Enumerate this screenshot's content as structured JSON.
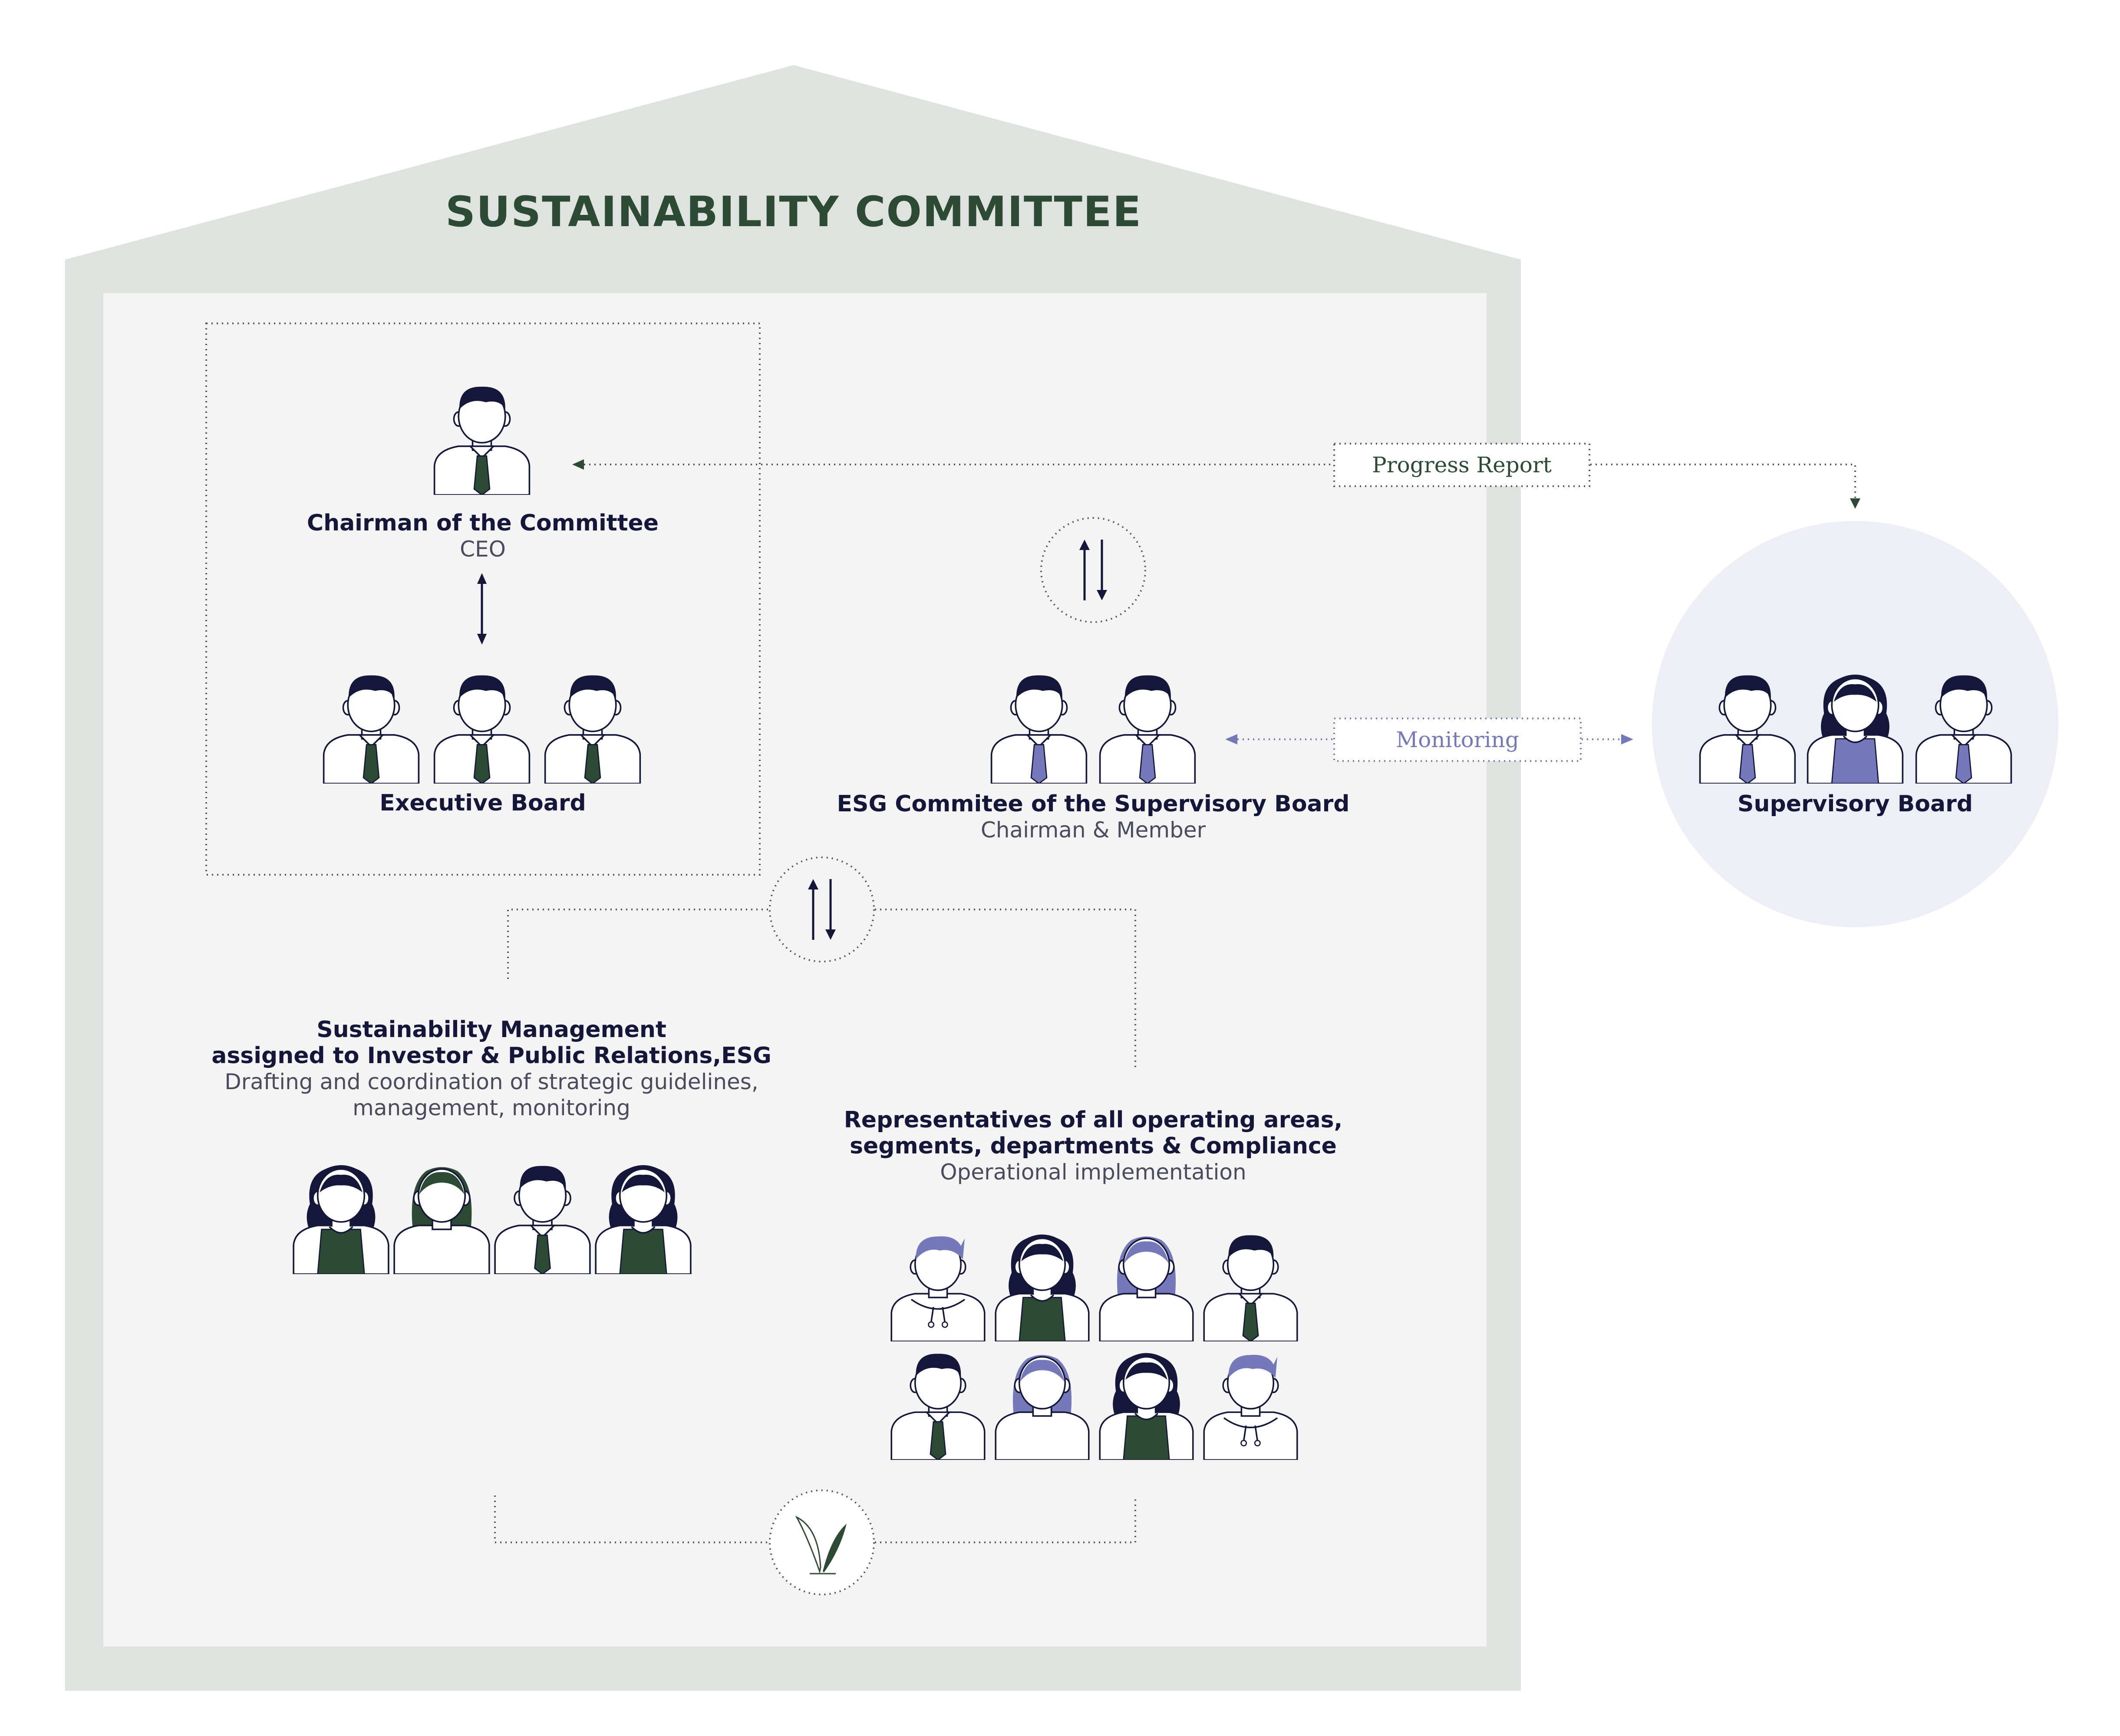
{
  "title": "SUSTAINABILITY COMMITTEE",
  "chairman": {
    "title": "Chairman of the Committee",
    "subtitle": "CEO"
  },
  "executive_board": {
    "title": "Executive Board"
  },
  "esg_committee": {
    "title": "ESG Commitee of the Supervisory Board",
    "subtitle": "Chairman & Member"
  },
  "supervisory_board": {
    "title": "Supervisory Board"
  },
  "sustainability_management": {
    "title_line1": "Sustainability Management",
    "title_line2": "assigned to Investor & Public Relations,ESG",
    "subtitle_line1": "Drafting and coordination of strategic guidelines,",
    "subtitle_line2": "management, monitoring"
  },
  "representatives": {
    "title_line1": "Representatives of all operating areas,",
    "title_line2": "segments, departments & Compliance",
    "subtitle": "Operational implementation"
  },
  "links": {
    "progress_report": "Progress Report",
    "monitoring": "Monitoring"
  },
  "colors": {
    "house_frame": "#dfe3df",
    "house_inner": "#f4f4f4",
    "dark_green": "#2d4a35",
    "navy": "#14163a",
    "purple": "#7578b9",
    "supervisory_circle": "#eeeef7"
  },
  "icons": [
    "person-icon",
    "up-down-arrows-icon",
    "leaf-icon"
  ]
}
